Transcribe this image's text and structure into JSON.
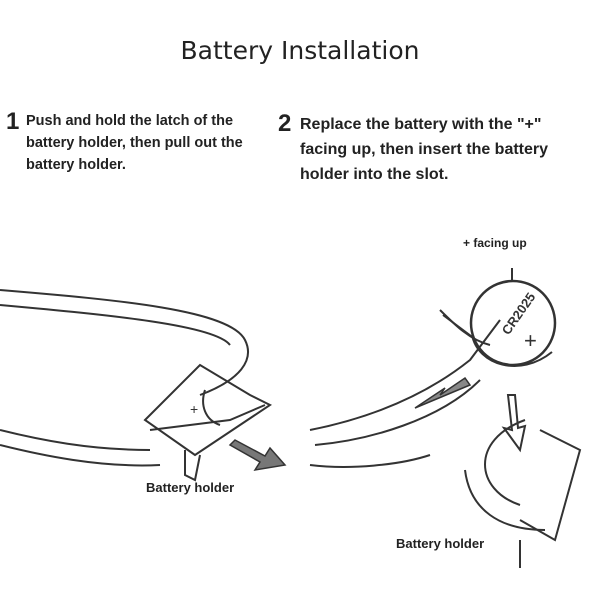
{
  "title": "Battery Installation",
  "steps": [
    {
      "number": "1",
      "text": "Push and hold the latch of the battery holder, then pull out the battery holder."
    },
    {
      "number": "2",
      "text": "Replace the battery with the \"+\" facing up, then insert the battery holder into the slot."
    }
  ],
  "labels": {
    "holder_left": "Battery holder",
    "holder_right": "Battery holder",
    "facing_up": "+ facing up",
    "battery_model": "CR2025",
    "plus": "+"
  }
}
